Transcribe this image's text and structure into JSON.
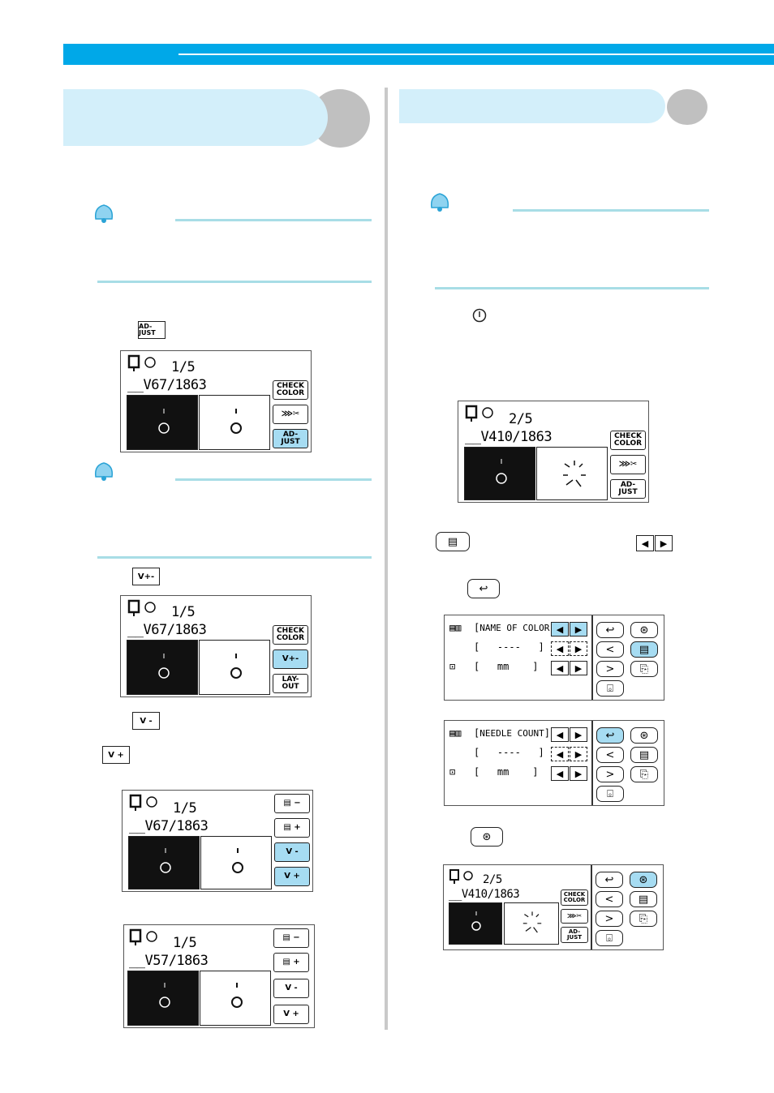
{
  "icons": {
    "adjust": "AD- JUST",
    "needle_pm": "V+-",
    "needle_minus": "V -",
    "needle_plus": "V +",
    "back": "↩",
    "lt": "<",
    "gt": ">",
    "left_tri": "◀",
    "right_tri": "▶"
  },
  "screens": [
    {
      "color_count": "1/5",
      "stitch_count": "67/1863",
      "buttons": [
        "CHECK COLOR",
        "AD- JUST"
      ]
    },
    {
      "color_count": "1/5",
      "stitch_count": "67/1863",
      "buttons": [
        "CHECK COLOR",
        "LAY- OUT"
      ]
    },
    {
      "color_count": "1/5",
      "stitch_count": "67/1863"
    },
    {
      "color_count": "1/5",
      "stitch_count": "57/1863"
    },
    {
      "color_count": "2/5",
      "stitch_count": "410/1863",
      "buttons": [
        "CHECK COLOR",
        "AD- JUST"
      ]
    },
    {
      "field1": "NAME OF COLOR",
      "field2": "----",
      "field3": "mm"
    },
    {
      "field1": "NEEDLE  COUNT",
      "field2": "----",
      "field3": "mm"
    },
    {
      "color_count": "2/5",
      "stitch_count": "410/1863",
      "buttons": [
        "CHECK COLOR",
        "AD- JUST"
      ]
    }
  ],
  "colors": {
    "header": "#00a8e8",
    "highlight": "#a6dcf2",
    "rule": "#a8dde6"
  }
}
